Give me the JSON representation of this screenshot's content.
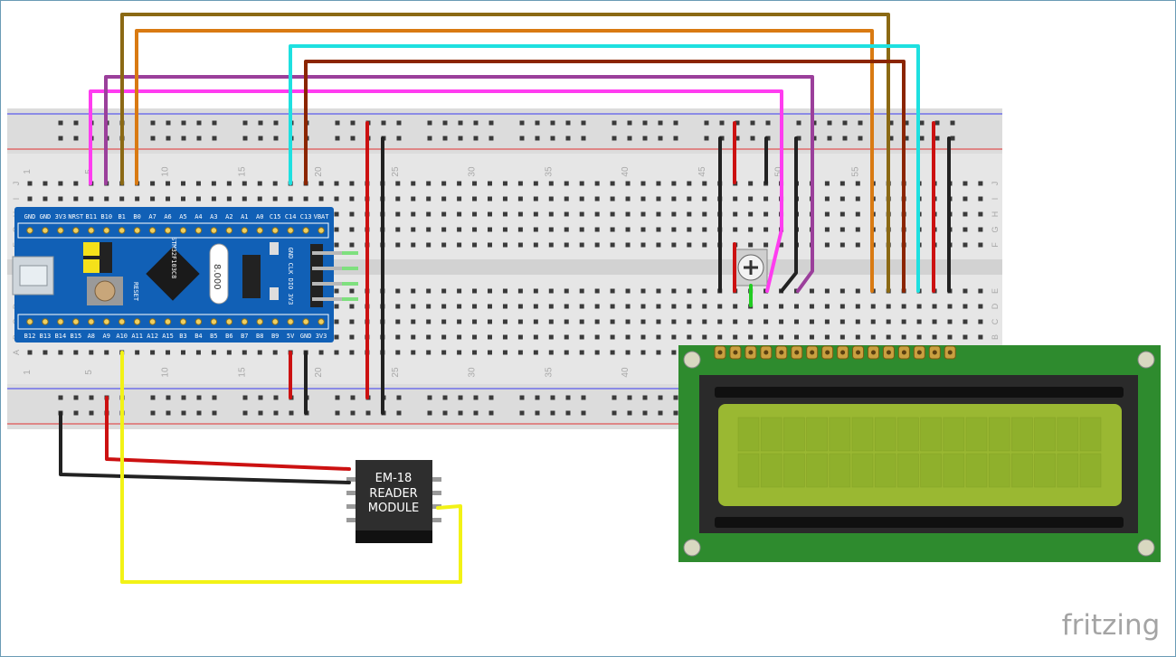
{
  "breadboard": {
    "column_numbers": [
      "1",
      "5",
      "10",
      "15",
      "20",
      "25",
      "30",
      "35",
      "40",
      "45",
      "50",
      "55"
    ],
    "top_row_labels": [
      "J",
      "I",
      "H",
      "G",
      "F"
    ],
    "bottom_row_labels": [
      "E",
      "D",
      "C",
      "B",
      "A"
    ]
  },
  "stm32_board": {
    "top_pins": [
      "GND",
      "GND",
      "3V3",
      "NRST",
      "B11",
      "B10",
      "B1",
      "B0",
      "A7",
      "A6",
      "A5",
      "A4",
      "A3",
      "A2",
      "A1",
      "A0",
      "C15",
      "C14",
      "C13",
      "VBAT"
    ],
    "bottom_pins": [
      "B12",
      "B13",
      "B14",
      "B15",
      "A8",
      "A9",
      "A10",
      "A11",
      "A12",
      "A15",
      "B3",
      "B4",
      "B5",
      "B6",
      "B7",
      "B8",
      "B9",
      "5V",
      "GND",
      "3V3"
    ],
    "side_pins": [
      "GND",
      "CLK",
      "DIO",
      "3V3"
    ],
    "chip_label": "STM32F103C8",
    "crystal_label": "8.000",
    "reset_label": "RESET"
  },
  "rfid_module": {
    "line1": "EM-18",
    "line2": "READER",
    "line3": "MODULE"
  },
  "lcd": {
    "rows": 2,
    "columns": 16,
    "pin_count": 16
  },
  "watermark": {
    "text": "fritzing"
  },
  "colors": {
    "board_blue": "#1160b6",
    "lcd_green": "#2e8b2e",
    "lcd_screen": "#9ab832",
    "wire_pink": "#ff3cf0",
    "wire_purple": "#9b3f9b",
    "wire_brown": "#8b6914",
    "wire_orange": "#d97a12",
    "wire_cyan": "#1ee0e0",
    "wire_darkred": "#8b2500",
    "wire_red": "#cc1111",
    "wire_black": "#222222",
    "wire_yellow": "#f2f216"
  }
}
